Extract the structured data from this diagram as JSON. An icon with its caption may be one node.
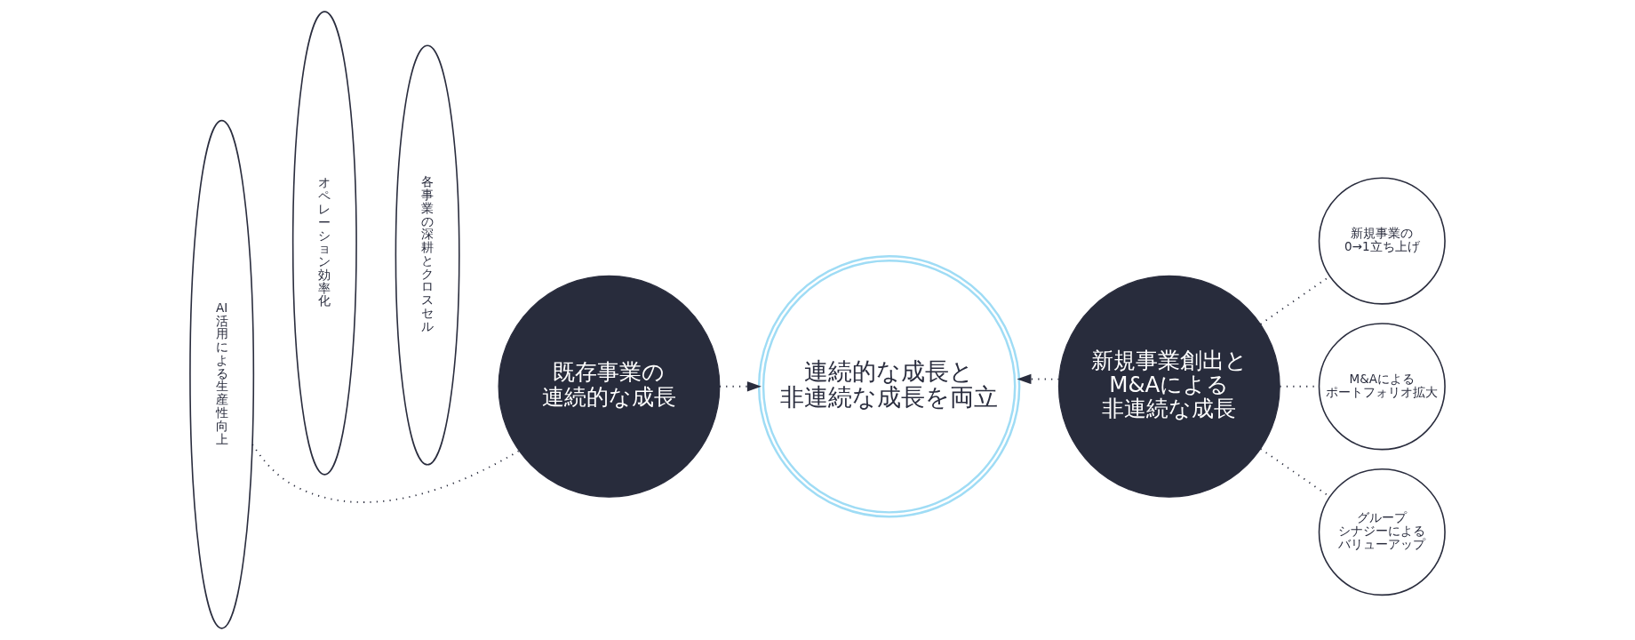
{
  "diagram": {
    "nodes": [
      {
        "text": [
          "AI活用による生産性向上"
        ]
      },
      {
        "text": [
          "オペレーション効率化"
        ]
      },
      {
        "text": [
          "各事業の深耕とクロスセル"
        ]
      },
      {
        "text": [
          "既存事業の連続的な成長"
        ]
      },
      {
        "text": [
          "連続的な成長と非連続な成長を両立"
        ]
      },
      {
        "text": [
          "新規事業創出とM&Aによる非連続な成長"
        ]
      },
      {
        "text": [
          "新規事業の0→1立ち上げ"
        ]
      },
      {
        "text": [
          "M&Aによるポートフォリオ拡大"
        ]
      },
      {
        "text": [
          "グループシナジーによるバリューアップ"
        ]
      }
    ],
    "edges": [
      {
        "from": 0,
        "to": 3,
        "arrow": "none",
        "style": "dashed"
      },
      {
        "from": 3,
        "to": 4,
        "arrow": "to",
        "style": "dashed"
      },
      {
        "from": 5,
        "to": 4,
        "arrow": "to",
        "style": "dashed"
      },
      {
        "from": 5,
        "to": 6,
        "arrow": "none",
        "style": "dashed"
      },
      {
        "from": 5,
        "to": 7,
        "arrow": "none",
        "style": "dashed"
      },
      {
        "from": 5,
        "to": 8,
        "arrow": "none",
        "style": "dashed"
      }
    ]
  }
}
